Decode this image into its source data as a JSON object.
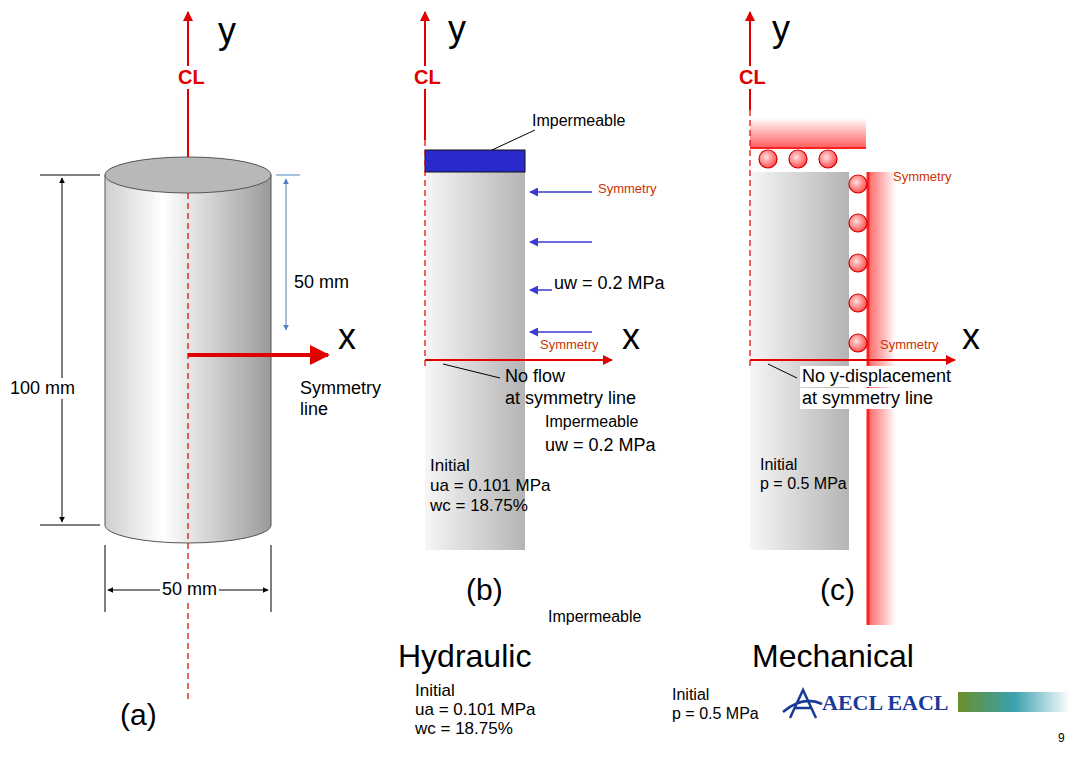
{
  "diagram": {
    "labels": [
      "y",
      "CL",
      "x",
      "50 mm",
      "100 mm",
      "Symmetry",
      "line",
      "50 mm",
      "(a)",
      "y",
      "CL",
      "Impermeable",
      "Symmetry",
      "uw = 0.2 MPa",
      "x",
      "Symmetry",
      "No flow",
      "at symmetry line",
      "Impermeable",
      "uw = 0.2 MPa",
      "Initial",
      "ua = 0.101 MPa",
      "wc = 18.75%",
      "(b)",
      "Hydraulic",
      "Impermeable",
      "Initial",
      "ua = 0.101 MPa",
      "wc = 18.75%",
      "y",
      "CL",
      "Symmetry",
      "x",
      "Symmetry",
      "No y-displacement",
      "at symmetry line",
      "Initial",
      "p = 0.5 MPa",
      "(c)",
      "Mechanical",
      "Initial",
      "p = 0.5 MPa",
      "AECL EACL",
      "9"
    ]
  }
}
